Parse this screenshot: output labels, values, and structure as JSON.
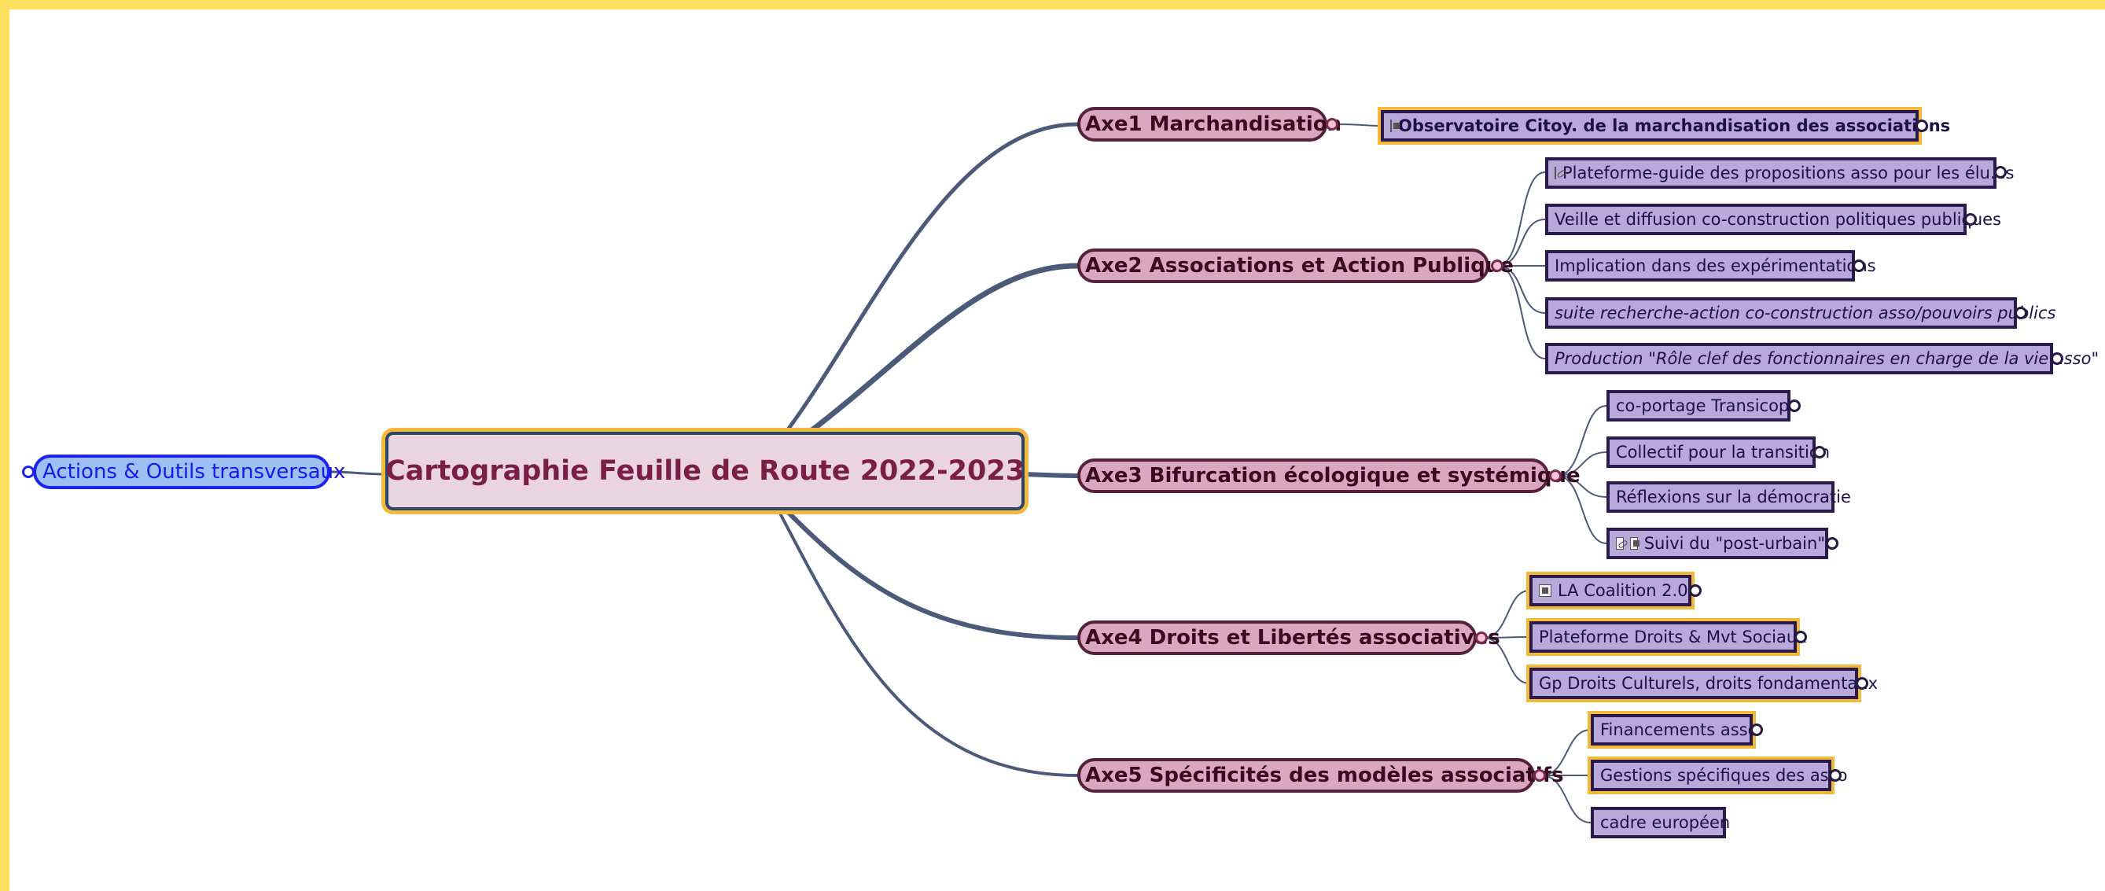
{
  "map": {
    "root": "Cartographie Feuille de Route 2022-2023",
    "left": "Actions & Outils transversaux",
    "axes": [
      {
        "label": "Axe1 Marchandisation",
        "children": [
          {
            "label": "Observatoire Citoy. de la marchandisation des associations",
            "icons": [
              "note-icon"
            ]
          }
        ]
      },
      {
        "label": "Axe2 Associations et Action Publique",
        "children": [
          {
            "label": "Plateforme-guide des propositions asso pour les élu.es",
            "icons": [
              "link-icon"
            ]
          },
          {
            "label": "Veille et diffusion co-construction politiques publiques",
            "icons": []
          },
          {
            "label": "Implication dans des expérimentations",
            "icons": []
          },
          {
            "label": "suite recherche-action co-construction asso/pouvoirs publics",
            "icons": []
          },
          {
            "label": "Production \"Rôle clef des fonctionnaires en charge de la vie asso\"",
            "icons": []
          }
        ]
      },
      {
        "label": "Axe3 Bifurcation écologique et systémique",
        "children": [
          {
            "label": "co-portage Transicope",
            "icons": []
          },
          {
            "label": "Collectif pour la transition",
            "icons": []
          },
          {
            "label": "Réflexions sur la démocratie",
            "icons": []
          },
          {
            "label": "Suivi du \"post-urbain\"",
            "icons": [
              "link-icon",
              "note-icon"
            ]
          }
        ]
      },
      {
        "label": "Axe4 Droits et Libertés associatives",
        "children": [
          {
            "label": "LA Coalition 2.0",
            "icons": [
              "note-icon"
            ]
          },
          {
            "label": "Plateforme Droits & Mvt Sociaux",
            "icons": []
          },
          {
            "label": "Gp Droits Culturels, droits fondamentaux",
            "icons": []
          }
        ]
      },
      {
        "label": "Axe5 Spécificités des modèles associatifs",
        "children": [
          {
            "label": "Financements asso",
            "icons": []
          },
          {
            "label": "Gestions spécifiques des asso",
            "icons": []
          },
          {
            "label": "cadre européen",
            "icons": []
          }
        ]
      }
    ]
  },
  "colors": {
    "frame": "#ffdf5e",
    "root_fill": "#ead4dd",
    "root_text": "#7a1e45",
    "axe_fill": "#d9a8bc",
    "leaf_fill": "#b7a9da",
    "left_fill": "#9dbff4",
    "highlight": "#f3b93a",
    "edge": "#4b5a78"
  }
}
